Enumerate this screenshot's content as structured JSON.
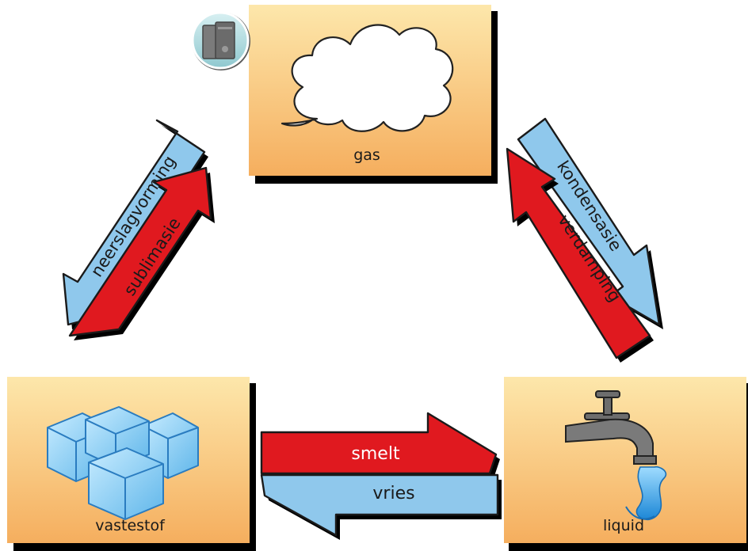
{
  "states": {
    "gas": {
      "label": "gas"
    },
    "solid": {
      "label": "vastestof"
    },
    "liquid": {
      "label": "liquid"
    }
  },
  "arrows": {
    "left_outer": {
      "label": "neerslagvorming",
      "color": "#8fc8ec"
    },
    "left_inner": {
      "label": "sublimasie",
      "color": "#e0191f"
    },
    "right_outer": {
      "label": "kondensasie",
      "color": "#8fc8ec"
    },
    "right_inner": {
      "label": "verdamping",
      "color": "#e0191f"
    },
    "bottom_top": {
      "label": "smelt",
      "color": "#e0191f"
    },
    "bottom_bottom": {
      "label": "vries",
      "color": "#8fc8ec"
    }
  },
  "colors": {
    "box_top": "#fde6a8",
    "box_bottom": "#f6b263",
    "box_shadow": "#000000",
    "red": "#e0191f",
    "blue": "#8fc8ec"
  },
  "icons": {
    "corner": "books-icon",
    "gas": "cloud-icon",
    "solid": "ice-cubes-icon",
    "liquid": "water-tap-icon"
  }
}
